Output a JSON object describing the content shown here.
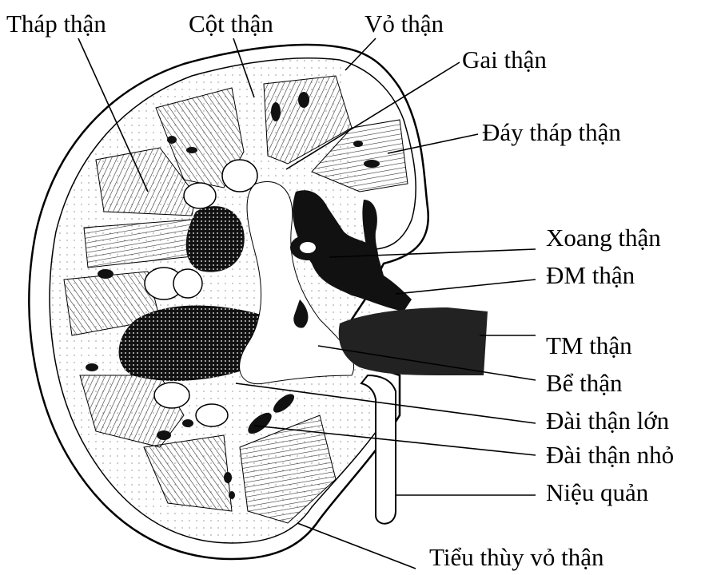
{
  "labels": {
    "thap_than": "Tháp thận",
    "cot_than": "Cột thận",
    "vo_than": "Vỏ thận",
    "gai_than": "Gai thận",
    "day_thap_than": "Đáy tháp thận",
    "xoang_than": "Xoang thận",
    "dm_than": "ĐM thận",
    "tm_than": "TM thận",
    "be_than": "Bể thận",
    "dai_than_lon": "Đài thận lớn",
    "dai_than_nho": "Đài thận nhỏ",
    "nieu_quan": "Niệu quản",
    "tieu_thuy_vo_than": "Tiểu thùy vỏ thận"
  }
}
